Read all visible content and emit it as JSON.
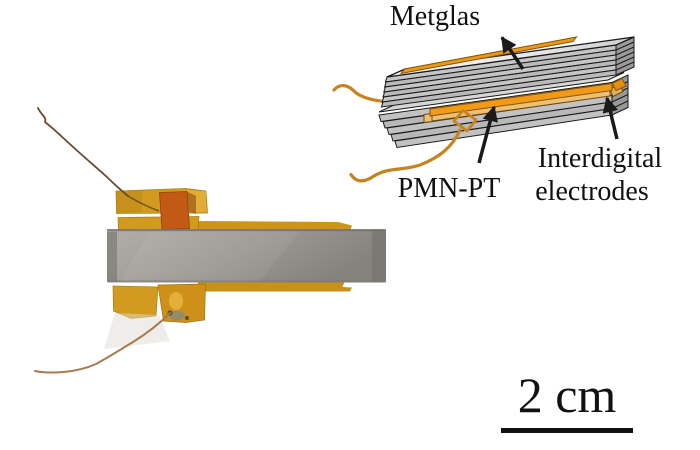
{
  "schematic": {
    "labels": {
      "metglas": "Metglas",
      "pmn_pt": "PMN-PT",
      "interdigital_line1": "Interdigital",
      "interdigital_line2": "electrodes"
    }
  },
  "scale_bar": {
    "label": "2 cm"
  },
  "colors": {
    "electrode_orange": "#F09A18",
    "pmn_pt_tan": "#EDC078",
    "schematic_wire_orange": "#C8821E",
    "schematic_layer_gray": "#C6C6C6",
    "kapton_amber": "#D39A20",
    "kapton_dark_orange": "#C25A15",
    "metglas_bar_gray": "#9B9792",
    "wire_copper_dark": "#6A4A35",
    "wire_copper_light": "#A97A50",
    "outline_black": "#1A1A1A",
    "text": "#111111",
    "background": "#FFFFFF"
  }
}
